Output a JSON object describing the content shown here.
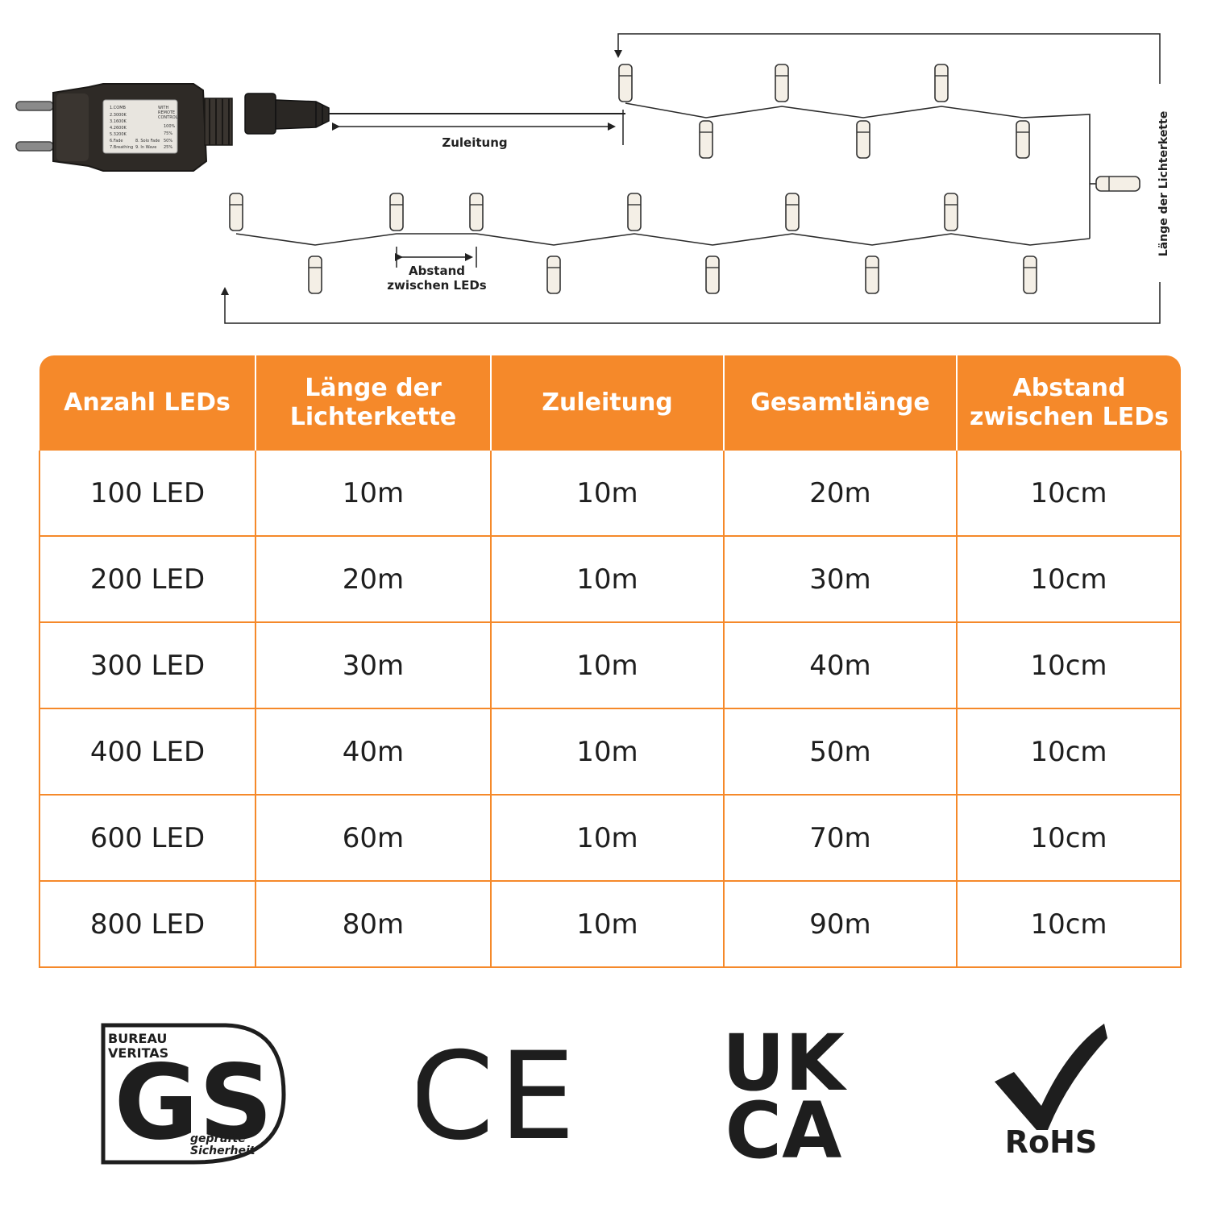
{
  "diagram": {
    "labels": {
      "lead_cable": "Zuleitung",
      "chain_length": "Länge der Lichterkette",
      "spacing_line1": "Abstand",
      "spacing_line2": "zwischen LEDs"
    },
    "adapter_label": {
      "left_col": [
        "1.COMB",
        "2.3000K",
        "3.1600K",
        "4.2600K",
        "5.3200K",
        "6.Fade",
        "7.Breathing"
      ],
      "mid_col": [
        "8. Solo Fade",
        "9. In Wave"
      ],
      "right_col": [
        "WITH",
        "REMOTE",
        "CONTROL",
        "100%",
        "75%",
        "50%",
        "25%"
      ]
    }
  },
  "table": {
    "headers": [
      "Anzahl LEDs",
      "Länge der\nLichterkette",
      "Zuleitung",
      "Gesamtlänge",
      "Abstand\nzwischen LEDs"
    ],
    "rows": [
      [
        "100 LED",
        "10m",
        "10m",
        "20m",
        "10cm"
      ],
      [
        "200 LED",
        "20m",
        "10m",
        "30m",
        "10cm"
      ],
      [
        "300 LED",
        "30m",
        "10m",
        "40m",
        "10cm"
      ],
      [
        "400 LED",
        "40m",
        "10m",
        "50m",
        "10cm"
      ],
      [
        "600 LED",
        "60m",
        "10m",
        "70m",
        "10cm"
      ],
      [
        "800 LED",
        "80m",
        "10m",
        "90m",
        "10cm"
      ]
    ]
  },
  "certifications": {
    "gs": {
      "line1": "BUREAU",
      "line2": "VERITAS",
      "mark": "GS",
      "sub1": "geprüfte",
      "sub2": "Sicherheit"
    },
    "ce": {
      "mark": "CE"
    },
    "ukca": {
      "line1": "UK",
      "line2": "CA"
    },
    "rohs": {
      "mark": "RoHS"
    }
  },
  "colors": {
    "accent": "#f5892a",
    "text": "#1e1e1e",
    "line": "#222222"
  }
}
